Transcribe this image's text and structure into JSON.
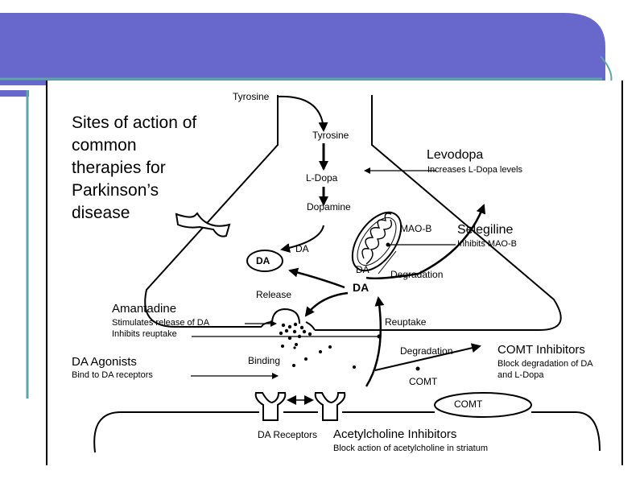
{
  "colors": {
    "header_band": "#6767cc",
    "teal_line": "#5fa4a8",
    "ink": "#000000"
  },
  "title_lines": [
    "Sites of action of",
    "common",
    "therapies for",
    "Parkinson’s",
    "disease"
  ],
  "pathway": {
    "tyrosine_in": "Tyrosine",
    "tyrosine": "Tyrosine",
    "ldopa": "L-Dopa",
    "dopamine": "Dopamine",
    "da_small": "DA",
    "da_vesicle": "DA",
    "da_center": "DA",
    "da_mito": "DA",
    "mao_b": "MAO-B",
    "degradation_top": "Degradation",
    "release": "Release",
    "reuptake": "Reuptake",
    "binding": "Binding",
    "degradation_cleft": "Degradation",
    "comt_small": "COMT",
    "comt_post": "COMT",
    "da_receptors": "DA Receptors"
  },
  "therapies": {
    "levodopa": {
      "name": "Levodopa",
      "desc": "Increases L-Dopa levels"
    },
    "selegiline": {
      "name": "Selegiline",
      "desc": "Inhibits MAO-B"
    },
    "amantadine": {
      "name": "Amantadine",
      "desc1": "Stimulates release of DA",
      "desc2": "Inhibits reuptake"
    },
    "da_agonists": {
      "name": "DA Agonists",
      "desc": "Bind to DA receptors"
    },
    "comt_inhibitors": {
      "name": "COMT Inhibitors",
      "desc1": "Block degradation of DA",
      "desc2": "and L-Dopa"
    },
    "ach_inhibitors": {
      "name": "Acetylcholine Inhibitors",
      "desc": "Block action of acetylcholine in striatum"
    }
  }
}
